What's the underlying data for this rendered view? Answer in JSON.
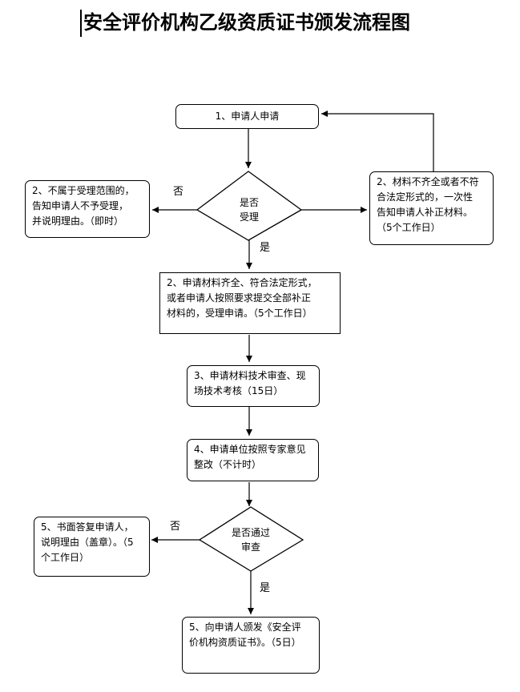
{
  "title": "安全评价机构乙级资质证书颁发流程图",
  "nodes": {
    "apply": "1、申请人申请",
    "decide_accept": [
      "是否",
      "受理"
    ],
    "reject_scope": [
      "2、不属于受理范围的，",
      "告知申请人不予受理，",
      "并说明理由。（即时）"
    ],
    "incomplete": [
      "2、材料不齐全或者不符",
      "合法定形式的，一次性",
      "告知申请人补正材料。",
      "（5个工作日）"
    ],
    "accepted": [
      "2、申请材料齐全、符合法定形式，",
      "或者申请人按照要求提交全部补正",
      "材料的，受理申请。（5个工作日）"
    ],
    "review": [
      "3、申请材料技术审查、现",
      "场技术考核（15日）"
    ],
    "rectify": [
      "4、申请单位按照专家意见",
      "整改（不计时）"
    ],
    "decide_pass": [
      "是否通过",
      "审查"
    ],
    "reply": [
      "5、书面答复申请人，",
      "说明理由（盖章）。（5",
      "个工作日）"
    ],
    "issue": [
      "5、向申请人颁发《安全评",
      "价机构资质证书》。（5日）"
    ]
  },
  "edge_labels": {
    "no_accept": "否",
    "yes_accept": "是",
    "no_pass": "否",
    "yes_pass": "是"
  }
}
